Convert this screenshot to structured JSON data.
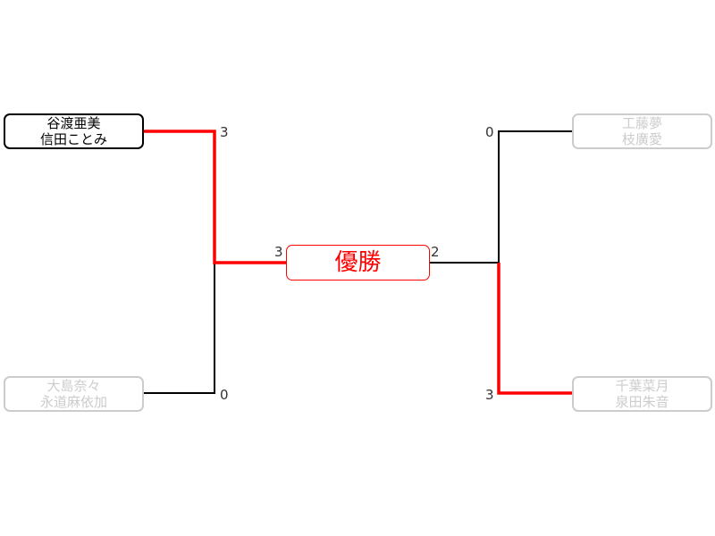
{
  "teams": [
    {
      "line1": "谷渡亜美",
      "line2": "信田ことみ",
      "score": "3",
      "status": "winner"
    },
    {
      "line1": "大島奈々",
      "line2": "永道麻依加",
      "score": "0",
      "status": "loser"
    },
    {
      "line1": "工藤夢",
      "line2": "枝廣愛",
      "score": "0",
      "status": "loser"
    },
    {
      "line1": "千葉菜月",
      "line2": "泉田朱音",
      "score": "3",
      "status": "winner"
    }
  ],
  "final": {
    "label": "優勝",
    "left_score": "3",
    "right_score": "2"
  },
  "colors": {
    "win": "#ff0000",
    "line": "#000000",
    "lost": "#cccccc"
  }
}
